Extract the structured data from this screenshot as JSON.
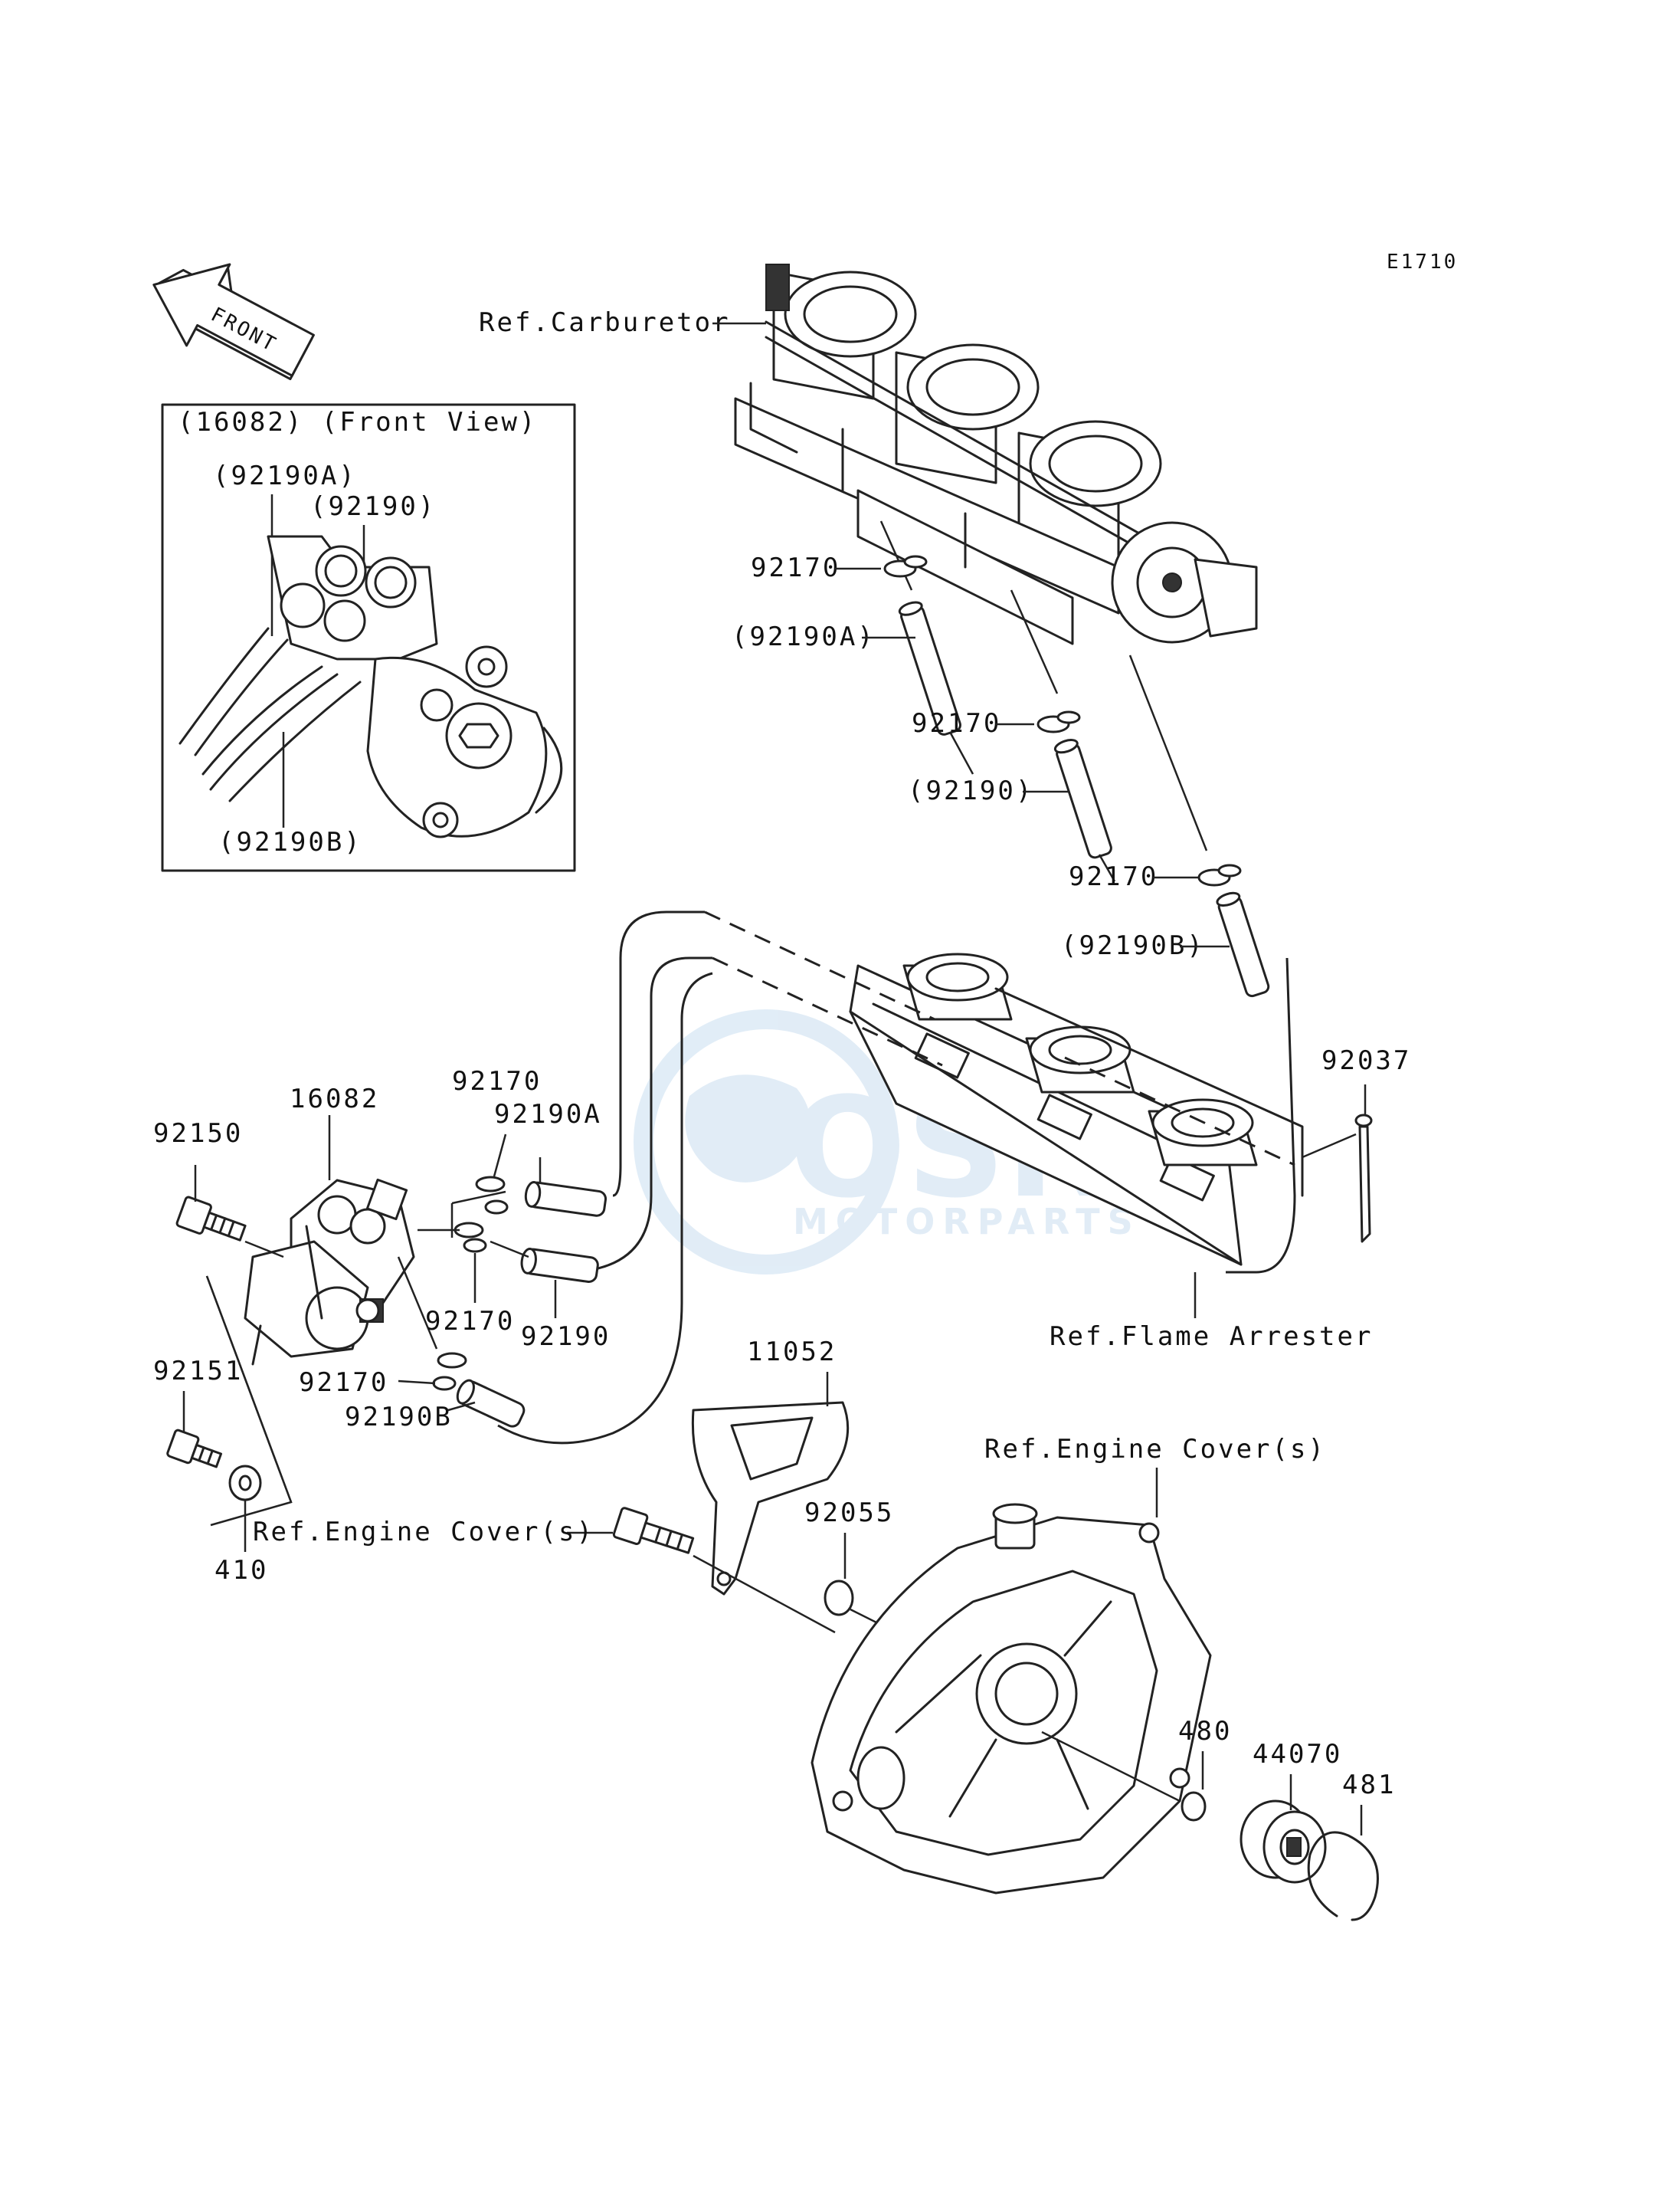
{
  "diagram_id": "E1710",
  "front_arrow_text": "FRONT",
  "inset": {
    "title": "(16082)  (Front View)",
    "labels": [
      "(92190A)",
      "(92190)",
      "(92190B)"
    ]
  },
  "callouts": {
    "ref_carburetor": "Ref.Carburetor",
    "c92170_a": "92170",
    "c92190A_paren": "(92190A)",
    "c92170_b": "92170",
    "c92190_paren": "(92190)",
    "c92170_c": "92170",
    "c92190B_paren": "(92190B)",
    "c92037": "92037",
    "c16082": "16082",
    "c92170_d": "92170",
    "c92190A": "92190A",
    "c92150": "92150",
    "c92170_e": "92170",
    "c92190": "92190",
    "c92151": "92151",
    "c92170_f": "92170",
    "c92190B": "92190B",
    "c11052": "11052",
    "ref_flame_arrester": "Ref.Flame Arrester",
    "ref_engine_cover_right": "Ref.Engine Cover(s)",
    "c92055": "92055",
    "ref_engine_cover_left": "Ref.Engine Cover(s)",
    "c410": "410",
    "c480": "480",
    "c44070": "44070",
    "c481": "481"
  },
  "watermark": {
    "brand": "OSN",
    "sub": "MOTORPARTS",
    "color": "#c9def0"
  }
}
